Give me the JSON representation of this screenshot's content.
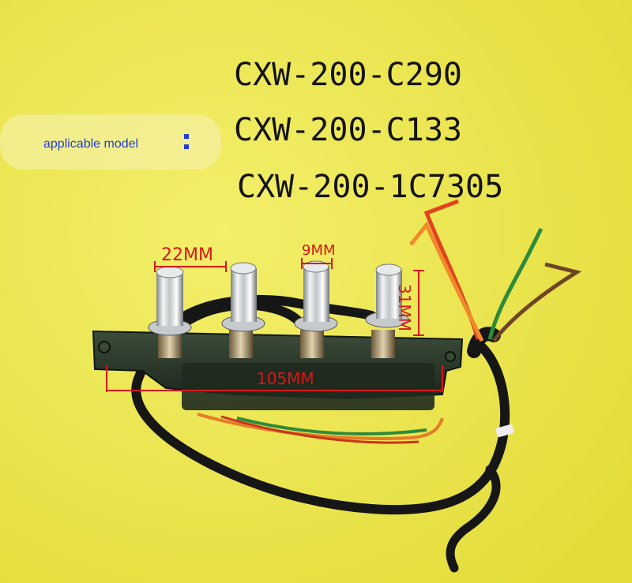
{
  "models": [
    "CXW-200-C290",
    "CXW-200-C133",
    "CXW-200-1C7305"
  ],
  "applicable_label": "applicable model",
  "colon_glyph": ":",
  "dimensions": {
    "knob_spacing": "22MM",
    "knob_diameter": "9MM",
    "knob_height": "31MM",
    "board_length": "105MM"
  },
  "colors": {
    "background": "#ece84e",
    "text": "#141414",
    "label": "#1f3fd8",
    "dimension": "#d8171a",
    "board": "#2b3b2c",
    "chrome": "#d9dcde",
    "cable": "#161616",
    "wire_red": "#e2431f",
    "wire_orange": "#f08a2a",
    "wire_green": "#2f8a3a",
    "wire_brown": "#6e4524"
  }
}
